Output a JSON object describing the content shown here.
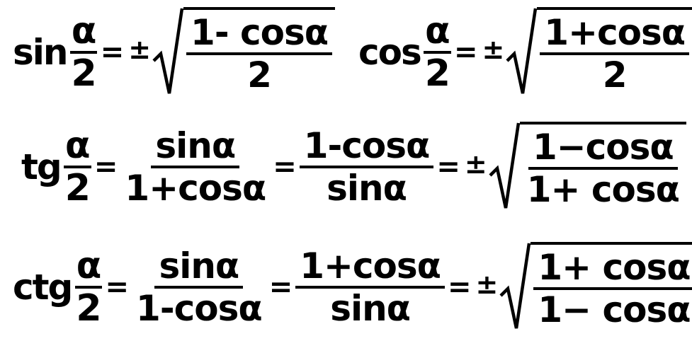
{
  "formulas": {
    "sin_half": {
      "fn": "sin",
      "half_num": "α",
      "half_den": "2",
      "eq": "=",
      "pm": "±",
      "rad_num": "1- cosα",
      "rad_den": "2"
    },
    "cos_half": {
      "fn": "cos",
      "half_num": "α",
      "half_den": "2",
      "eq": "=",
      "pm": "±",
      "rad_num": "1+cosα",
      "rad_den": "2"
    },
    "tg_half": {
      "fn": "tg",
      "half_num": "α",
      "half_den": "2",
      "eq1": "=",
      "f1_num": "sinα",
      "f1_den": "1+cosα",
      "eq2": "=",
      "f2_num": "1-cosα",
      "f2_den": "sinα",
      "eq3": "=",
      "pm": "±",
      "rad_num": "1−cosα",
      "rad_den": "1+ cosα"
    },
    "ctg_half": {
      "fn": "ctg",
      "half_num": "α",
      "half_den": "2",
      "eq1": "=",
      "f1_num": "sinα",
      "f1_den": "1-cosα",
      "eq2": "=",
      "f2_num": "1+cosα",
      "f2_den": "sinα",
      "eq3": "=",
      "pm": "±",
      "rad_num": "1+ cosα",
      "rad_den": "1− cosα"
    }
  }
}
